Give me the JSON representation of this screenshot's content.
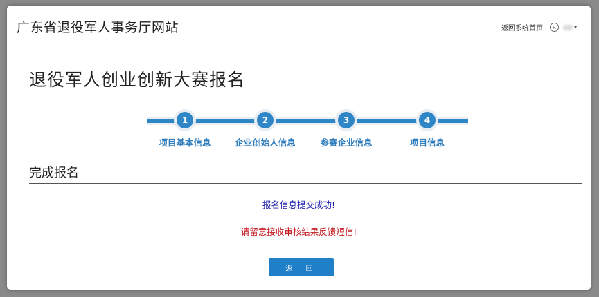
{
  "header": {
    "site_title": "广东省退役军人事务厅网站",
    "home_link": "返回系统首页",
    "user_icon": "user-circle-icon",
    "caret": "▾"
  },
  "page": {
    "title": "退役军人创业创新大赛报名"
  },
  "steps": [
    {
      "number": "1",
      "label": "项目基本信息"
    },
    {
      "number": "2",
      "label": "企业创始人信息"
    },
    {
      "number": "3",
      "label": "参赛企业信息"
    },
    {
      "number": "4",
      "label": "项目信息"
    }
  ],
  "section": {
    "title": "完成报名"
  },
  "messages": {
    "success": "报名信息提交成功!",
    "notice": "请留意接收审核结果反馈短信!"
  },
  "actions": {
    "back_label": "返 回"
  },
  "colors": {
    "accent": "#2f86c6",
    "success_text": "#1a1aa8",
    "notice_text": "#c3151c",
    "button": "#1f7fc8"
  }
}
